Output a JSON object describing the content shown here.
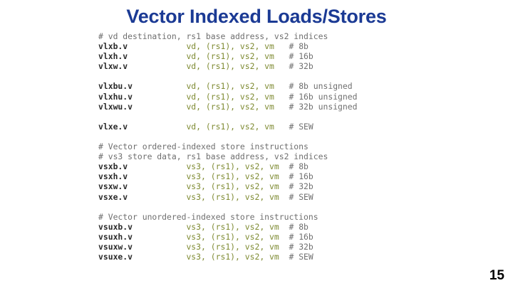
{
  "slide": {
    "title": "Vector Indexed Loads/Stores",
    "page_number": "15",
    "title_color": "#1b3a94",
    "comment_color": "#6f6f6f",
    "mnemonic_color": "#2b2b2b",
    "operand_color": "#7f8b33",
    "background_color": "#ffffff"
  },
  "code": {
    "lines": [
      {
        "type": "comment",
        "comment": "# vd destination, rs1 base address, vs2 indices"
      },
      {
        "type": "instruction",
        "mnemonic": "vlxb.v",
        "operands": "vd, (rs1), vs2, vm",
        "trailing": "# 8b"
      },
      {
        "type": "instruction",
        "mnemonic": "vlxh.v",
        "operands": "vd, (rs1), vs2, vm",
        "trailing": "# 16b"
      },
      {
        "type": "instruction",
        "mnemonic": "vlxw.v",
        "operands": "vd, (rs1), vs2, vm",
        "trailing": "# 32b"
      },
      {
        "type": "blank"
      },
      {
        "type": "instruction",
        "mnemonic": "vlxbu.v",
        "operands": "vd, (rs1), vs2, vm",
        "trailing": "# 8b unsigned"
      },
      {
        "type": "instruction",
        "mnemonic": "vlxhu.v",
        "operands": "vd, (rs1), vs2, vm",
        "trailing": "# 16b unsigned"
      },
      {
        "type": "instruction",
        "mnemonic": "vlxwu.v",
        "operands": "vd, (rs1), vs2, vm",
        "trailing": "# 32b unsigned"
      },
      {
        "type": "blank"
      },
      {
        "type": "instruction",
        "mnemonic": "vlxe.v",
        "operands": "vd, (rs1), vs2, vm",
        "trailing": "# SEW"
      },
      {
        "type": "blank"
      },
      {
        "type": "comment",
        "comment": "# Vector ordered-indexed store instructions"
      },
      {
        "type": "comment",
        "comment": "# vs3 store data, rs1 base address, vs2 indices"
      },
      {
        "type": "instruction",
        "mnemonic": "vsxb.v",
        "operands": "vs3, (rs1), vs2, vm",
        "trailing": "# 8b"
      },
      {
        "type": "instruction",
        "mnemonic": "vsxh.v",
        "operands": "vs3, (rs1), vs2, vm",
        "trailing": "# 16b"
      },
      {
        "type": "instruction",
        "mnemonic": "vsxw.v",
        "operands": "vs3, (rs1), vs2, vm",
        "trailing": "# 32b"
      },
      {
        "type": "instruction",
        "mnemonic": "vsxe.v",
        "operands": "vs3, (rs1), vs2, vm",
        "trailing": "# SEW"
      },
      {
        "type": "blank"
      },
      {
        "type": "comment",
        "comment": "# Vector unordered-indexed store instructions"
      },
      {
        "type": "instruction",
        "mnemonic": "vsuxb.v",
        "operands": "vs3, (rs1), vs2, vm",
        "trailing": "# 8b"
      },
      {
        "type": "instruction",
        "mnemonic": "vsuxh.v",
        "operands": "vs3, (rs1), vs2, vm",
        "trailing": "# 16b"
      },
      {
        "type": "instruction",
        "mnemonic": "vsuxw.v",
        "operands": "vs3, (rs1), vs2, vm",
        "trailing": "# 32b"
      },
      {
        "type": "instruction",
        "mnemonic": "vsuxe.v",
        "operands": "vs3, (rs1), vs2, vm",
        "trailing": "# SEW"
      }
    ],
    "mnemonic_column_width": 18,
    "operand_column_width": 21
  }
}
